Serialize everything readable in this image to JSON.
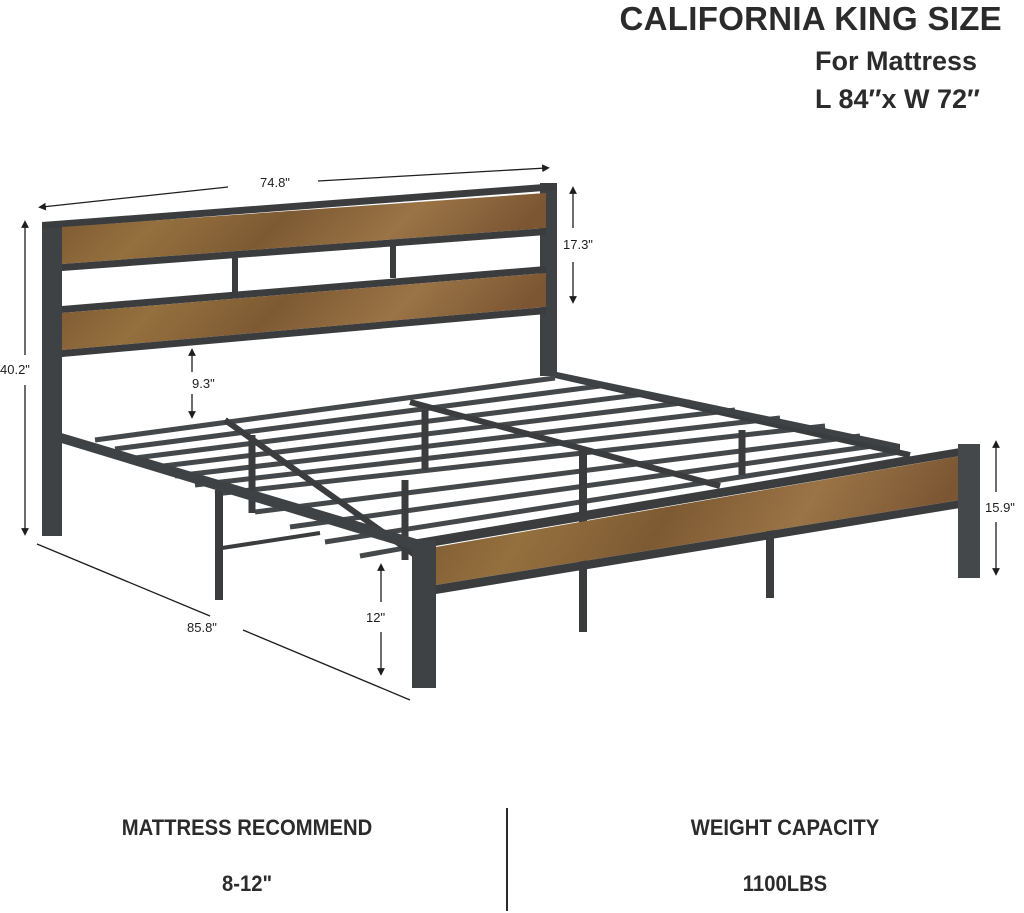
{
  "header": {
    "title": "CALIFORNIA KING SIZE",
    "subtitle_line1": "For Mattress",
    "subtitle_line2": "L 84″x W 72″"
  },
  "product": {
    "type": "metal platform bed frame with wood headboard and footboard",
    "colors": {
      "wood": "#8a6238",
      "wood_dark": "#6b4a2a",
      "metal": "#3f4244",
      "metal_light": "#5a5d60",
      "text": "#2b2b2b"
    }
  },
  "dimensions": {
    "width": "74.8\"",
    "headboard_height": "17.3\"",
    "total_height": "40.2\"",
    "headboard_gap": "9.3\"",
    "length": "85.8\"",
    "under_bed_clearance": "12\"",
    "footboard_height": "15.9\""
  },
  "specs": [
    {
      "label": "MATTRESS RECOMMEND",
      "value": "8-12\""
    },
    {
      "label": "WEIGHT CAPACITY",
      "value": "1100LBS"
    }
  ]
}
